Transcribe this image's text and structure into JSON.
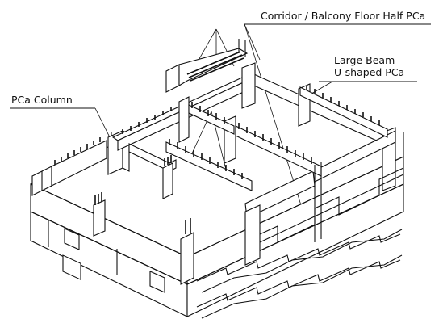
{
  "labels": {
    "corridor": "Corridor / Balcony Floor Half PCa",
    "beam_line1": "Large Beam",
    "beam_line2": "U-shaped PCa",
    "column": "PCa Column"
  },
  "colors": {
    "line": "#111111",
    "background": "#ffffff"
  }
}
